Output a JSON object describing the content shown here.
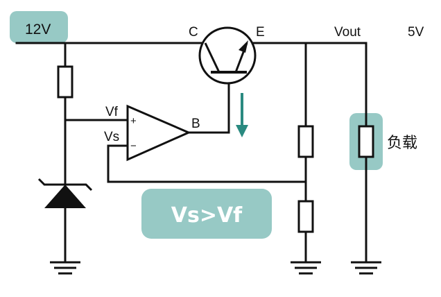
{
  "labels": {
    "supply": "12V",
    "collector": "C",
    "emitter": "E",
    "base": "B",
    "vout": "Vout",
    "out_voltage": "5V",
    "vf": "Vf",
    "vs": "Vs",
    "plus": "+",
    "minus": "−",
    "load": "负载",
    "condition": "Vs>Vf"
  },
  "colors": {
    "highlight": "#97c9c5",
    "arrow": "#2a8a80",
    "wire": "#111111"
  }
}
